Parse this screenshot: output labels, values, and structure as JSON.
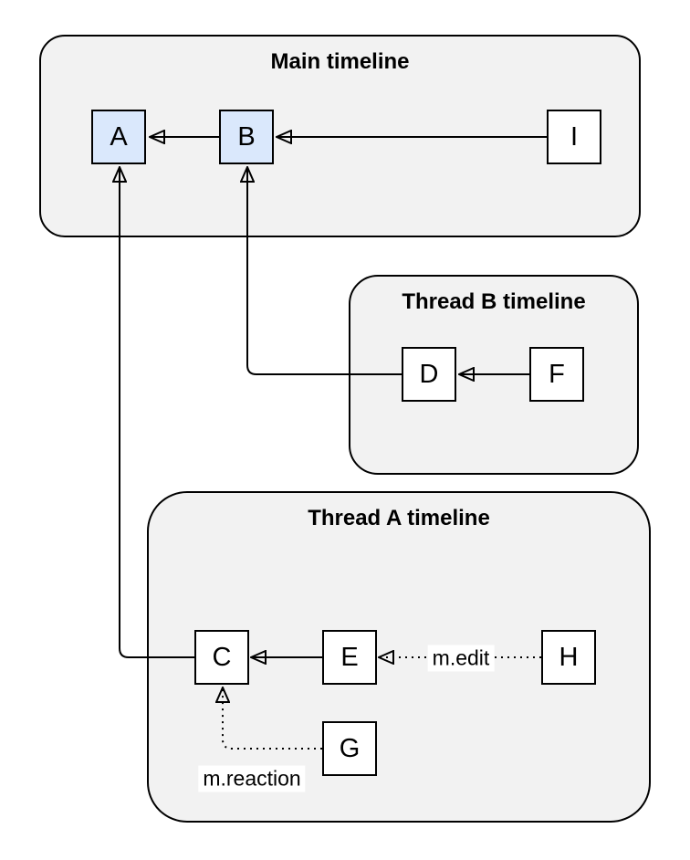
{
  "diagram": {
    "kind": "matrix-event-timeline-dag",
    "colors": {
      "container_fill": "#f2f2f2",
      "container_border": "#000000",
      "node_fill_default": "#ffffff",
      "node_fill_highlight": "#dae8fc",
      "node_border": "#000000",
      "edge_color": "#000000",
      "edge_label_background": "#ffffff",
      "text_color": "#000000",
      "page_background": "#ffffff"
    },
    "containers": [
      {
        "id": "main",
        "title": "Main timeline",
        "nodes": [
          "A",
          "B",
          "I"
        ]
      },
      {
        "id": "thread_b",
        "title": "Thread B timeline",
        "nodes": [
          "D",
          "F"
        ]
      },
      {
        "id": "thread_a",
        "title": "Thread A timeline",
        "nodes": [
          "C",
          "E",
          "H",
          "G"
        ]
      }
    ],
    "nodes": {
      "A": {
        "label": "A",
        "fill": "#dae8fc"
      },
      "B": {
        "label": "B",
        "fill": "#dae8fc"
      },
      "I": {
        "label": "I",
        "fill": "#ffffff"
      },
      "D": {
        "label": "D",
        "fill": "#ffffff"
      },
      "F": {
        "label": "F",
        "fill": "#ffffff"
      },
      "C": {
        "label": "C",
        "fill": "#ffffff"
      },
      "E": {
        "label": "E",
        "fill": "#ffffff"
      },
      "H": {
        "label": "H",
        "fill": "#ffffff"
      },
      "G": {
        "label": "G",
        "fill": "#ffffff"
      }
    },
    "edges": [
      {
        "from": "B",
        "to": "A",
        "style": "solid",
        "label": ""
      },
      {
        "from": "I",
        "to": "B",
        "style": "solid",
        "label": ""
      },
      {
        "from": "D",
        "to": "B",
        "style": "solid",
        "label": ""
      },
      {
        "from": "F",
        "to": "D",
        "style": "solid",
        "label": ""
      },
      {
        "from": "E",
        "to": "C",
        "style": "solid",
        "label": ""
      },
      {
        "from": "C",
        "to": "A",
        "style": "solid",
        "label": ""
      },
      {
        "from": "H",
        "to": "E",
        "style": "dotted",
        "label": "m.edit"
      },
      {
        "from": "G",
        "to": "C",
        "style": "dotted",
        "label": "m.reaction"
      }
    ],
    "edge_labels": {
      "edit": "m.edit",
      "reaction": "m.reaction"
    }
  }
}
